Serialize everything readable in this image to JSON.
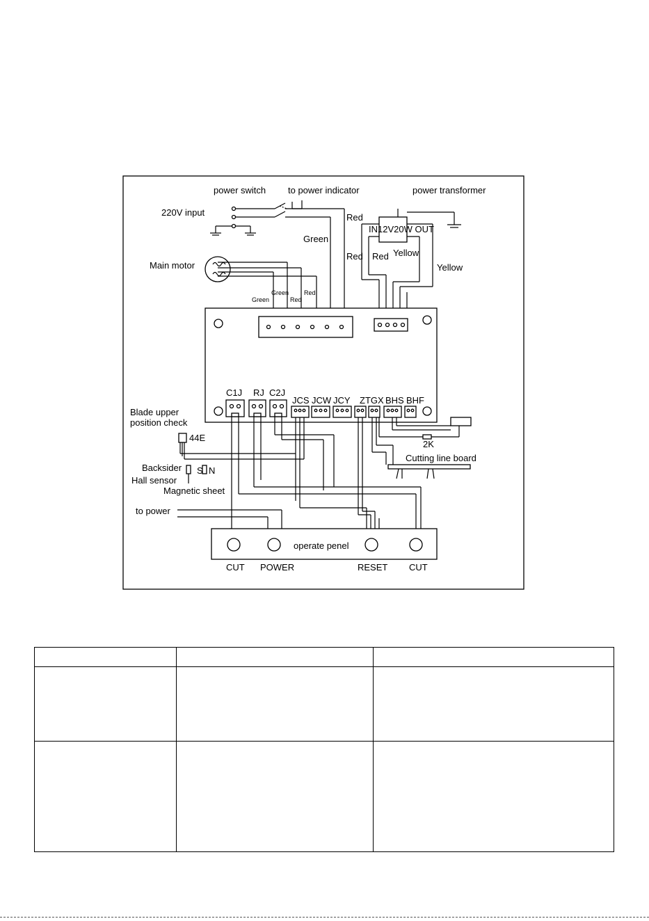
{
  "diagram": {
    "labels": {
      "power_switch": "power switch",
      "power_indicator": "to power indicator",
      "power_transformer": "power transformer",
      "input_220v": "220V input",
      "red_1": "Red",
      "green_1": "Green",
      "transformer_text": "IN12V20W OUT",
      "red_2": "Red",
      "red_3": "Red",
      "yellow_1": "Yellow",
      "yellow_2": "Yellow",
      "main_motor": "Main motor",
      "green_small_1": "Green",
      "green_small_2": "Green",
      "red_small_1": "Red",
      "red_small_2": "Red",
      "c1j": "C1J",
      "rj": "RJ",
      "c2j": "C2J",
      "jcs": "JCS",
      "jcw": "JCW",
      "jcy": "JCY",
      "ztgx": "ZTGX",
      "bhs": "BHS",
      "bhf": "BHF",
      "blade_upper": "Blade upper",
      "position_check": "position check",
      "e44": "44E",
      "resistor_2k": "2K",
      "cutting_line_board": "Cutting line board",
      "backsider": "Backsider",
      "s": "S",
      "n": "N",
      "hall_sensor": "Hall sensor",
      "magnetic_sheet": "Magnetic sheet",
      "to_power": "to power",
      "operate_panel": "operate penel",
      "cut_1": "CUT",
      "power": "POWER",
      "reset": "RESET",
      "cut_2": "CUT"
    }
  }
}
